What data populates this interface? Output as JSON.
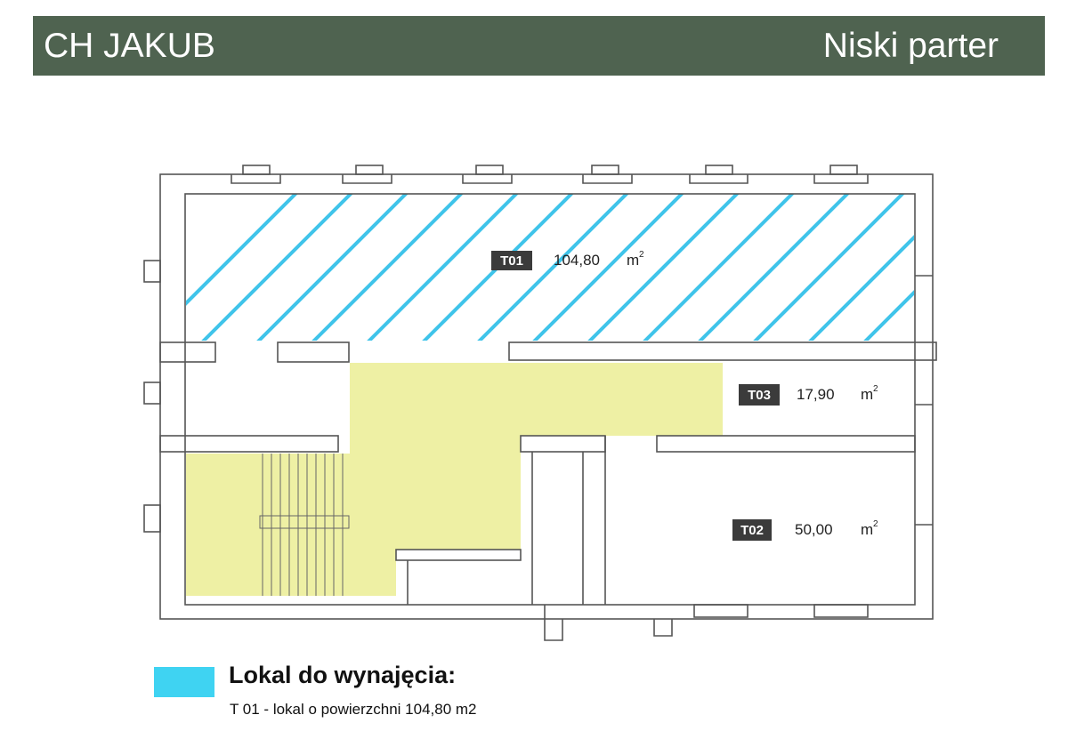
{
  "header": {
    "building": "CH JAKUB",
    "floor": "Niski parter",
    "background_color": "#4f6350"
  },
  "plan": {
    "units": [
      {
        "code": "T01",
        "area": "104,80",
        "unit": "m",
        "unit_exp": "2",
        "status": "available",
        "color": "#3fc4ea"
      },
      {
        "code": "T03",
        "area": "17,90",
        "unit": "m",
        "unit_exp": "2"
      },
      {
        "code": "T02",
        "area": "50,00",
        "unit": "m",
        "unit_exp": "2"
      }
    ],
    "common_area_color": "#eef0a4"
  },
  "legend": {
    "swatch_color": "#3fd3f2",
    "title": "Lokal do wynajęcia:",
    "description": "T 01 - lokal o powierzchni 104,80 m2"
  }
}
